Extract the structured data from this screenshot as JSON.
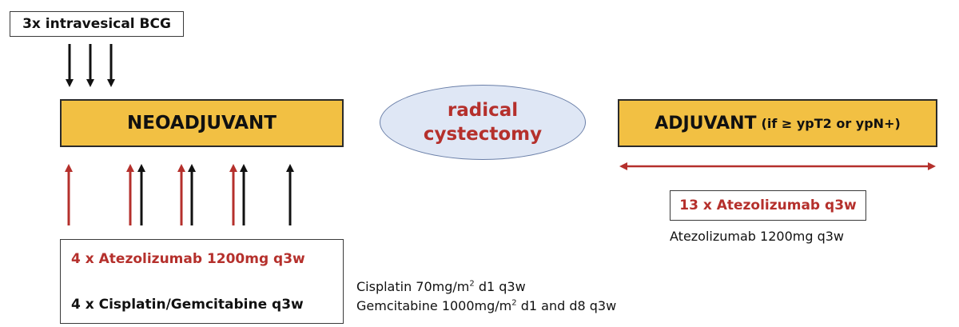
{
  "bcg": {
    "label": "3x intravesical BCG"
  },
  "neoadjuvant": {
    "label": "NEOADJUVANT"
  },
  "surgery": {
    "line1": "radical",
    "line2": "cystectomy"
  },
  "adjuvant": {
    "label": "ADJUVANT",
    "condition": "(if ≥ ypT2 or ypN+)"
  },
  "neo_regimen": {
    "atezolizumab": "4 x Atezolizumab 1200mg q3w",
    "chemo": "4 x Cisplatin/Gemcitabine q3w"
  },
  "neo_dosing": {
    "cisplatin_prefix": "Cisplatin 70mg/m",
    "cisplatin_sup": "2",
    "cisplatin_suffix": " d1 q3w",
    "gemcitabine_prefix": "Gemcitabine 1000mg/m",
    "gemcitabine_sup": "2",
    "gemcitabine_suffix": " d1 and d8 q3w"
  },
  "adj_regimen": {
    "atezolizumab": "13 x Atezolizumab q3w",
    "dose": "Atezolizumab 1200mg q3w"
  },
  "colors": {
    "gold": "#f2c043",
    "red": "#b5302c",
    "black": "#111111",
    "ellipse_fill": "#dfe7f5"
  }
}
